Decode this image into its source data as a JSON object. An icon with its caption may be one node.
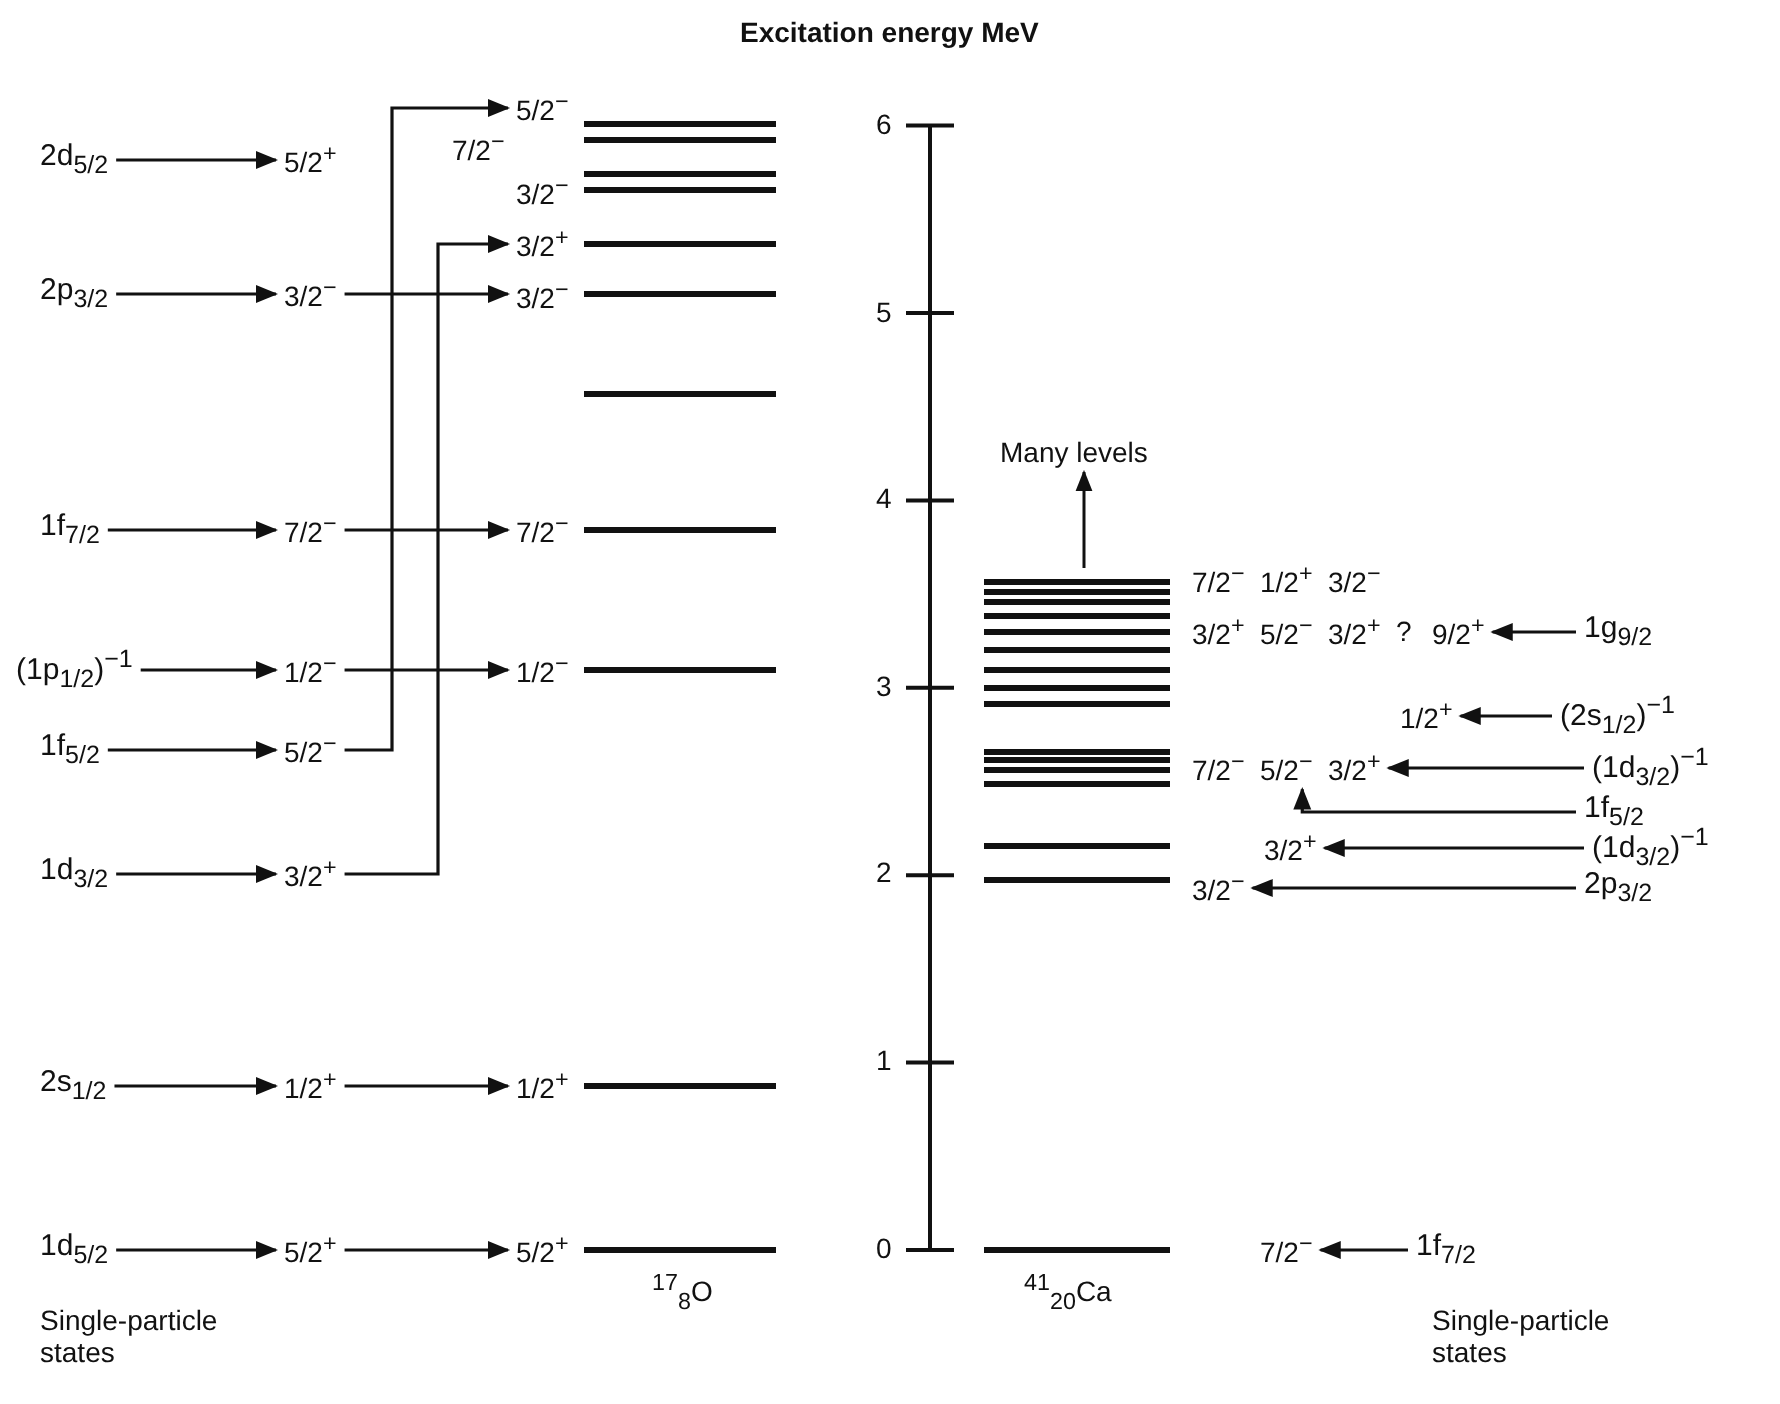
{
  "diagram": {
    "nodes": [
      {
        "text": [
          "2d$_{5/2}$"
        ]
      },
      {
        "text": [
          "2p$_{3/2}$"
        ]
      },
      {
        "text": [
          "1f$_{7/2}$"
        ]
      },
      {
        "text": [
          "(1p$_{1/2}$)$^{−1}$"
        ]
      },
      {
        "text": [
          "1f$_{5/2}$"
        ]
      },
      {
        "text": [
          "1d$_{3/2}$"
        ]
      },
      {
        "text": [
          "2s$_{1/2}$"
        ]
      },
      {
        "text": [
          "1d$_{5/2}$"
        ]
      },
      {
        "text": [
          "5/2$^{+}$"
        ]
      },
      {
        "text": [
          "3/2$^{−}$"
        ]
      },
      {
        "text": [
          "7/2$^{−}$"
        ]
      },
      {
        "text": [
          "1/2$^{−}$"
        ]
      },
      {
        "text": [
          "5/2$^{−}$"
        ]
      },
      {
        "text": [
          "3/2$^{+}$"
        ]
      },
      {
        "text": [
          "1/2$^{+}$"
        ]
      },
      {
        "text": [
          "5/2$^{+}$"
        ]
      },
      {
        "text": [
          "5/2$^{−}$"
        ]
      },
      {
        "text": [
          "7/2$^{−}$"
        ]
      },
      {
        "text": [
          "3/2$^{−}$"
        ]
      },
      {
        "text": [
          "3/2$^{+}$"
        ]
      },
      {
        "text": [
          "3/2$^{−}$"
        ]
      },
      {
        "text": [
          "7/2$^{−}$"
        ]
      },
      {
        "text": [
          "1/2$^{−}$"
        ]
      },
      {
        "text": [
          "1/2$^{+}$"
        ]
      },
      {
        "text": [
          "5/2$^{+}$"
        ]
      },
      {
        "text": [
          "7/2$^{−}$"
        ]
      },
      {
        "text": [
          "1/2$^{+}$"
        ]
      },
      {
        "text": [
          "3/2$^{−}$"
        ]
      },
      {
        "text": [
          "3/2$^{+}$"
        ]
      },
      {
        "text": [
          "5/2$^{−}$"
        ]
      },
      {
        "text": [
          "3/2$^{+}$"
        ]
      },
      {
        "text": [
          "?"
        ]
      },
      {
        "text": [
          "9/2$^{+}$"
        ]
      },
      {
        "text": [
          "1g$_{9/2}$"
        ]
      },
      {
        "text": [
          "1/2$^{+}$"
        ]
      },
      {
        "text": [
          "(2s$_{1/2}$)$^{−1}$"
        ]
      },
      {
        "text": [
          "7/2$^{−}$"
        ]
      },
      {
        "text": [
          "5/2$^{−}$"
        ]
      },
      {
        "text": [
          "3/2$^{+}$"
        ]
      },
      {
        "text": [
          "(1d$_{3/2}$)$^{−1}$"
        ]
      },
      {
        "text": [
          "1f$_{5/2}$"
        ]
      },
      {
        "text": [
          "3/2$^{+}$"
        ]
      },
      {
        "text": [
          "(1d$_{3/2}$)$^{−1}$"
        ]
      },
      {
        "text": [
          "3/2$^{−}$"
        ]
      },
      {
        "text": [
          "2p$_{3/2}$"
        ]
      },
      {
        "text": [
          "7/2$^{−}$"
        ]
      },
      {
        "text": [
          "1f$_{7/2}$"
        ]
      }
    ],
    "edges": [
      {
        "from": 0,
        "to": 8,
        "arrow": "to"
      },
      {
        "from": 1,
        "to": 9,
        "arrow": "to"
      },
      {
        "from": 2,
        "to": 10,
        "arrow": "to"
      },
      {
        "from": 3,
        "to": 11,
        "arrow": "to"
      },
      {
        "from": 4,
        "to": 12,
        "arrow": "to"
      },
      {
        "from": 5,
        "to": 13,
        "arrow": "to"
      },
      {
        "from": 6,
        "to": 14,
        "arrow": "to"
      },
      {
        "from": 7,
        "to": 15,
        "arrow": "to"
      },
      {
        "from": 9,
        "to": 20,
        "arrow": "to"
      },
      {
        "from": 10,
        "to": 21,
        "arrow": "to"
      },
      {
        "from": 11,
        "to": 22,
        "arrow": "to"
      },
      {
        "from": 12,
        "to": 16,
        "arrow": "to"
      },
      {
        "from": 13,
        "to": 19,
        "arrow": "to"
      },
      {
        "from": 14,
        "to": 23,
        "arrow": "to"
      },
      {
        "from": 15,
        "to": 24,
        "arrow": "to"
      },
      {
        "from": 33,
        "to": 32,
        "arrow": "to"
      },
      {
        "from": 35,
        "to": 34,
        "arrow": "to"
      },
      {
        "from": 39,
        "to": 38,
        "arrow": "to"
      },
      {
        "from": 40,
        "to": 37,
        "arrow": "to"
      },
      {
        "from": 42,
        "to": 41,
        "arrow": "to"
      },
      {
        "from": 44,
        "to": 43,
        "arrow": "to"
      },
      {
        "from": 46,
        "to": 45,
        "arrow": "to"
      }
    ],
    "labels": [
      "Excitation energy MeV",
      "6",
      "5",
      "Many levels",
      "4",
      "3",
      "2",
      "1",
      "0",
      "$^{17}$$_{8}$O",
      "$^{41}$$_{20}$Ca",
      "Single-particle states",
      "Single-particle states"
    ]
  }
}
